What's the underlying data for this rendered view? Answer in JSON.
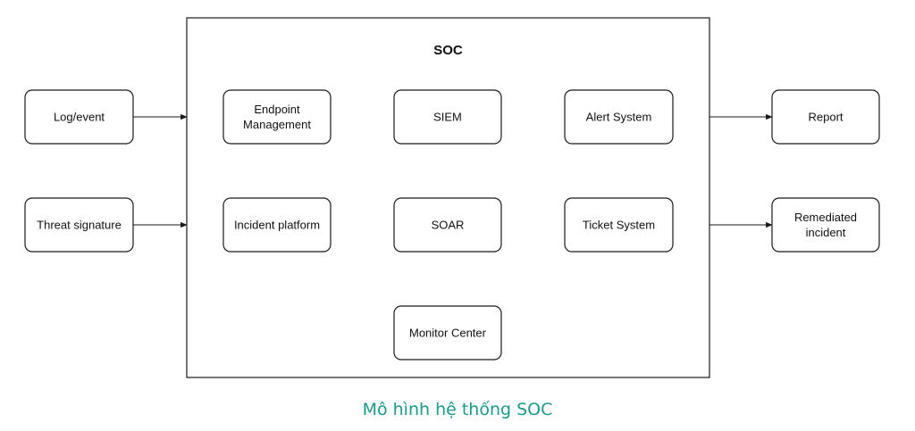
{
  "container": {
    "title": "SOC"
  },
  "nodes": {
    "log_event": [
      "Log/event"
    ],
    "threat_signature": [
      "Threat signature"
    ],
    "endpoint_management": [
      "Endpoint",
      "Management"
    ],
    "siem": [
      "SIEM"
    ],
    "alert_system": [
      "Alert System"
    ],
    "incident_platform": [
      "Incident platform"
    ],
    "soar": [
      "SOAR"
    ],
    "ticket_system": [
      "Ticket System"
    ],
    "monitor_center": [
      "Monitor Center"
    ],
    "report": [
      "Report"
    ],
    "remediated_incident": [
      "Remediated",
      "incident"
    ]
  },
  "edges": [
    {
      "from": "log_event",
      "to": "soc_container",
      "style": "solid"
    },
    {
      "from": "threat_signature",
      "to": "soc_container",
      "style": "solid"
    },
    {
      "from": "endpoint_management",
      "to": "siem",
      "style": "dashed"
    },
    {
      "from": "siem",
      "to": "alert_system",
      "style": "dashed"
    },
    {
      "from": "siem",
      "to": "soar",
      "style": "dashed"
    },
    {
      "from": "soar",
      "to": "incident_platform",
      "style": "dashed"
    },
    {
      "from": "soar",
      "to": "ticket_system",
      "style": "dashed"
    },
    {
      "from": "soar",
      "to": "monitor_center",
      "style": "dashed"
    },
    {
      "from": "soc_container",
      "to": "report",
      "style": "solid"
    },
    {
      "from": "soc_container",
      "to": "remediated_incident",
      "style": "solid"
    }
  ],
  "caption": "Mô hình hệ thống SOC",
  "colors": {
    "caption": "#1a9a8a",
    "stroke": "#1a1a1a"
  }
}
